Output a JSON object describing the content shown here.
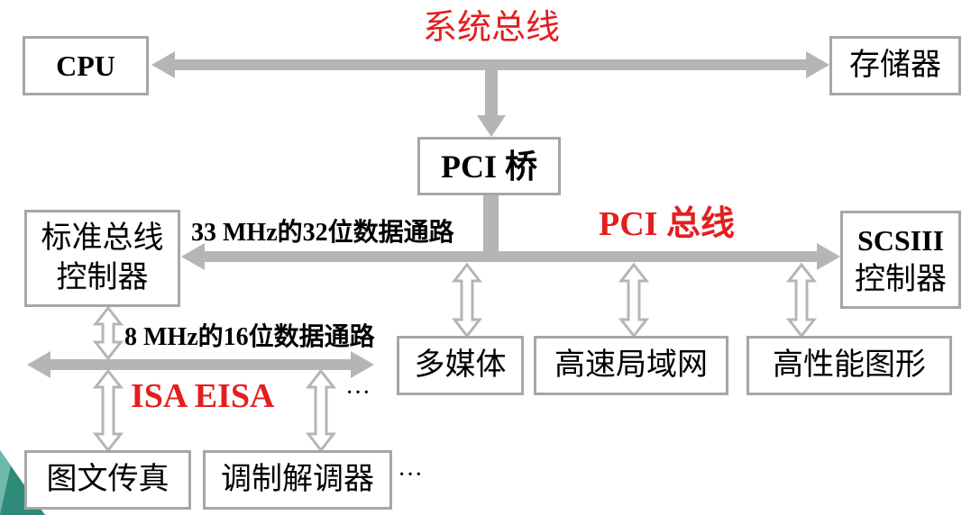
{
  "diagram": {
    "system_bus_label": "系统总线",
    "cpu_label": "CPU",
    "memory_label": "存储器",
    "pci_bridge_label": "PCI 桥",
    "pci_bus_label": "PCI 总线",
    "pci_bus_path_label": "33 MHz的32位数据通路",
    "standard_bus_controller_label": [
      "标准总线",
      "控制器"
    ],
    "scsi_controller_label": [
      "SCSIII",
      "控制器"
    ],
    "pci_devices": [
      "多媒体",
      "高速局域网",
      "高性能图形"
    ],
    "isa_bus_path_label": "8 MHz的16位数据通路",
    "isa_bus_label": "ISA EISA",
    "isa_bus_more": "···",
    "isa_devices": [
      "图文传真",
      "调制解调器"
    ],
    "isa_devices_more": "···"
  },
  "colors": {
    "label_red": "#e41e1e",
    "arrow_gray": "#b5b5b5",
    "box_border": "#a6a6a6",
    "corner_teal": "#2e8b7a"
  }
}
